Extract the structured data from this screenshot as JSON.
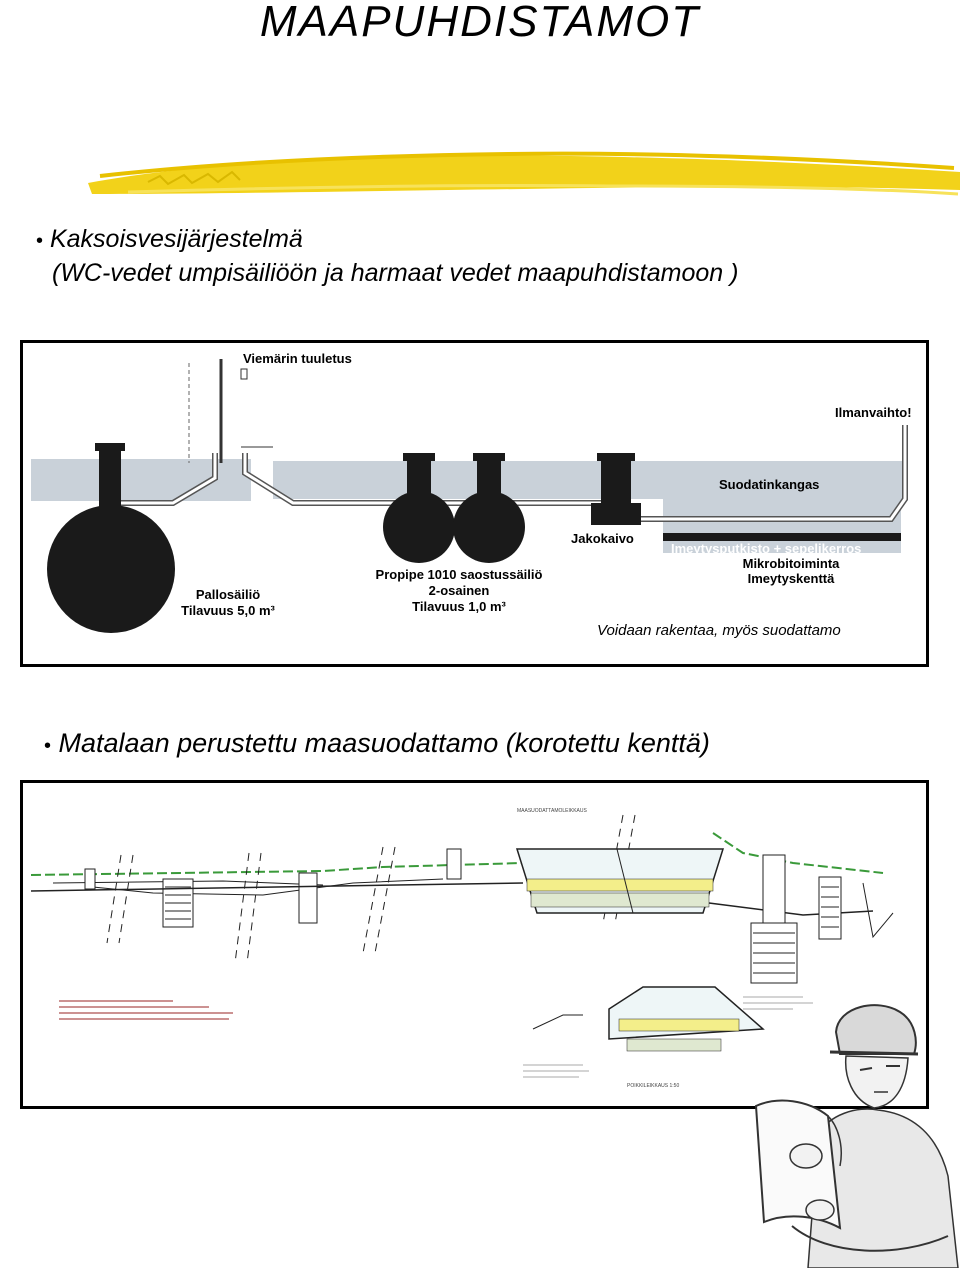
{
  "page": {
    "title": "MAAPUHDISTAMOT"
  },
  "bullets": [
    {
      "line1": "Kaksoisvesijärjestelmä",
      "line2": "(WC-vedet umpisäiliöön ja harmaat vedet maapuhdistamoon )"
    },
    {
      "line1": "Matalaan perustettu maasuodattamo (korotettu kenttä)"
    }
  ],
  "diagram1": {
    "labels": {
      "viemarin_tuuletus": "Viemärin tuuletus",
      "ilmanvaihto": "Ilmanvaihto!",
      "suodatinkangas": "Suodatinkangas",
      "jakokaivo": "Jakokaivo",
      "imeytysputkisto": "Imeytysputkisto + sepelikerros",
      "mikrobitoiminta": "Mikrobitoiminta",
      "imeytyskentta": "Imeytyskenttä",
      "pallosailio": "Pallosäiliö",
      "pallosailio_tilavuus": "Tilavuus 5,0 m³",
      "propipe": "Propipe 1010 saostussäiliö",
      "propipe_osainen": "2-osainen",
      "propipe_tilavuus": "Tilavuus 1,0 m³",
      "caption": "Voidaan rakentaa, myös suodattamo"
    }
  },
  "diagram2": {
    "labels": {
      "header": "MAASUODATTAMOLEIKKAUS",
      "section": "POIKKILEIKKAUS 1:50"
    }
  },
  "colors": {
    "brush": "#f2d21a",
    "tank": "#1a1a1a",
    "ground": "#c9d1d9",
    "pipe": "#ffffff"
  }
}
